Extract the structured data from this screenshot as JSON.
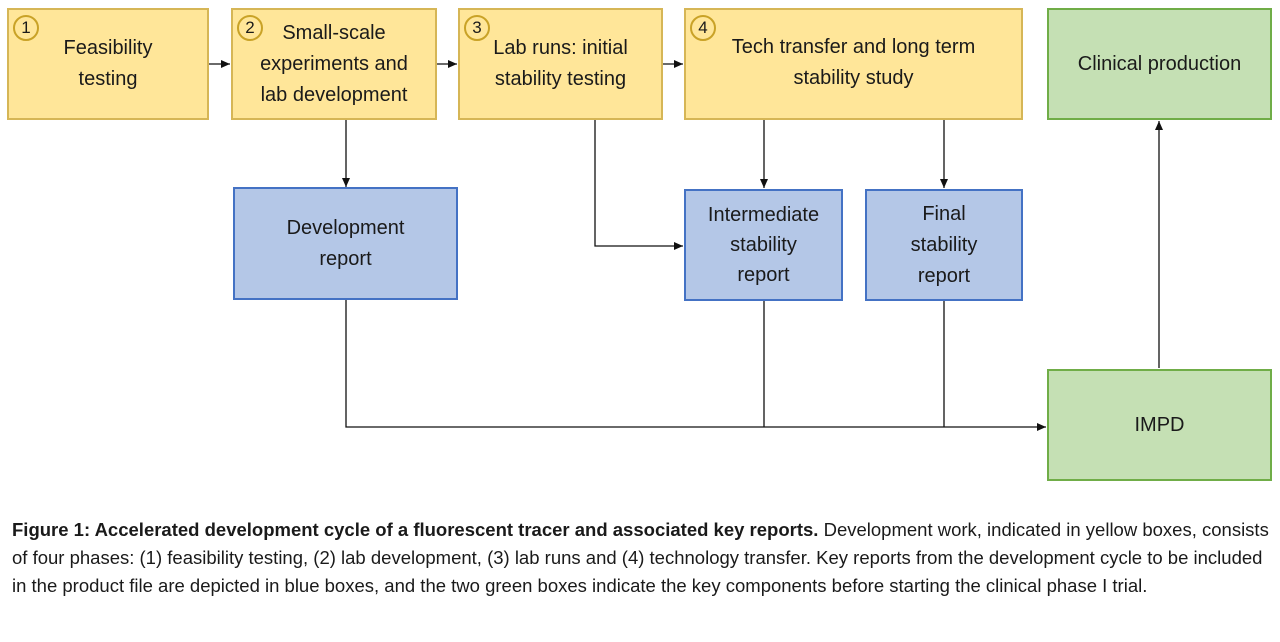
{
  "diagram": {
    "phases": [
      {
        "number": "1",
        "label": "Feasibility\ntesting"
      },
      {
        "number": "2",
        "label": "Small-scale\nexperiments and\nlab development"
      },
      {
        "number": "3",
        "label": "Lab runs: initial\nstability testing"
      },
      {
        "number": "4",
        "label": "Tech transfer and long term\nstability study"
      }
    ],
    "clinical": "Clinical production",
    "reports": {
      "development": "Development\nreport",
      "intermediate": "Intermediate\nstability\nreport",
      "final": "Final\nstability\nreport"
    },
    "impd": "IMPD",
    "colors": {
      "phase": "#FFE699",
      "report": "#B4C7E7",
      "output": "#C5E0B4"
    }
  },
  "caption": {
    "bold": "Figure 1: Accelerated development cycle of a fluorescent tracer and associated key reports.",
    "text": " Development work, indicated in yellow boxes, consists of four phases: (1) feasibility testing, (2) lab development, (3) lab runs and (4) technology transfer. Key reports from the development cycle to be included in the product file are depicted in blue boxes, and the two green boxes indicate the key components before starting the clinical phase I trial."
  }
}
